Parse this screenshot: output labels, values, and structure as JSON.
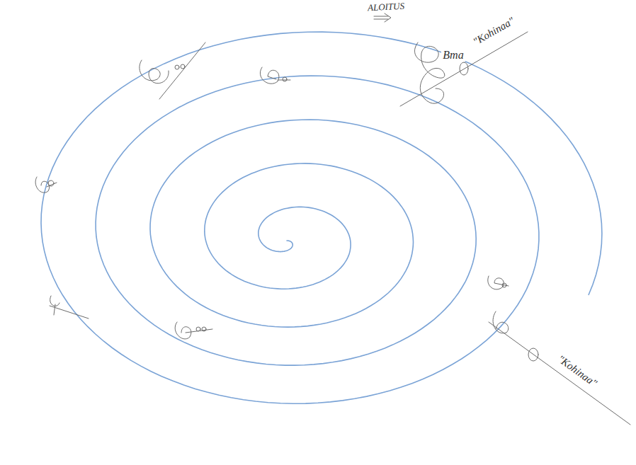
{
  "diagram": {
    "labels": [
      "ALOITUS",
      "Bma",
      "\"Kohinaa\"",
      "\"Kohinaa\""
    ]
  }
}
